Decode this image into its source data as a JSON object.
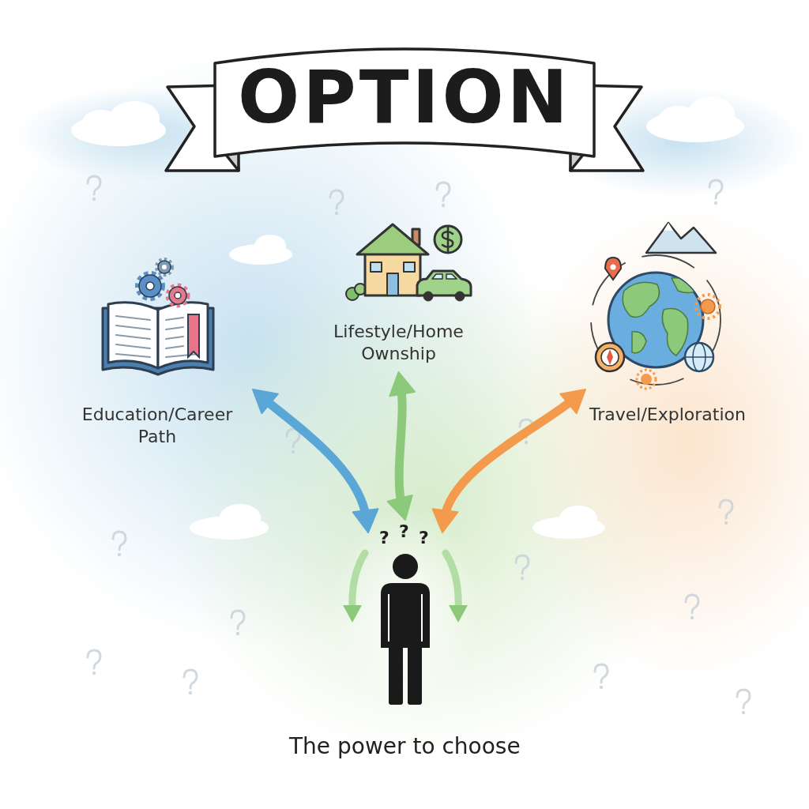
{
  "diagram": {
    "title": "OPTION",
    "caption": "The power to choose",
    "nodes": [
      {
        "text": [
          "Education/Career Path"
        ]
      },
      {
        "text": [
          "Lifestyle/Home Ownship"
        ]
      },
      {
        "text": [
          "Travel/Exploration"
        ]
      },
      {
        "text": [
          "?",
          "?",
          "?"
        ]
      }
    ],
    "edges": [
      {
        "from": 3,
        "to": 0,
        "arrow": "both"
      },
      {
        "from": 3,
        "to": 1,
        "arrow": "both"
      },
      {
        "from": 3,
        "to": 2,
        "arrow": "both"
      }
    ]
  }
}
